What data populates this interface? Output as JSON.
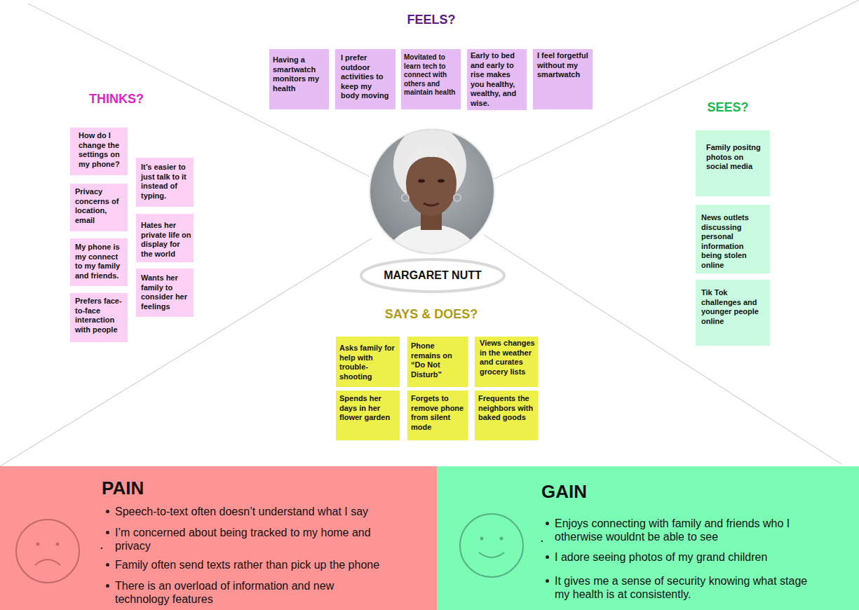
{
  "diagram": {
    "nodes": [
      {
        "text": [
          "Having a smartwatch monitors my health"
        ]
      },
      {
        "text": [
          "I prefer outdoor activities to keep my body moving"
        ]
      },
      {
        "text": [
          "Movitated to learn tech to connect with others and maintain health"
        ]
      },
      {
        "text": [
          "Early to bed and early to rise makes you healthy, wealthy, and wise."
        ]
      },
      {
        "text": [
          "I feel forgetful without my smartwatch"
        ]
      },
      {
        "text": [
          "How do I change the settings on my phone?"
        ]
      },
      {
        "text": [
          "It’s easier to just talk to it instead of typing."
        ]
      },
      {
        "text": [
          "Privacy concerns of location, email"
        ]
      },
      {
        "text": [
          "Hates her private life on display for the world"
        ]
      },
      {
        "text": [
          "My phone is my connect to my family and friends."
        ]
      },
      {
        "text": [
          "Wants her family to consider her feelings"
        ]
      },
      {
        "text": [
          "Prefers face-to-face interaction with people"
        ]
      },
      {
        "text": [
          "Family positng photos on social media"
        ]
      },
      {
        "text": [
          "News outlets discussing personal information being stolen online"
        ]
      },
      {
        "text": [
          "Tik Tok challenges and younger people online"
        ]
      },
      {
        "text": [
          "MARGARET NUTT"
        ]
      },
      {
        "text": [
          "Asks family for help with trouble-shooting"
        ]
      },
      {
        "text": [
          "Phone remains on “Do Not Disturb”"
        ]
      },
      {
        "text": [
          "Views changes in the weather and curates grocery lists"
        ]
      },
      {
        "text": [
          "Spends her days in her flower garden"
        ]
      },
      {
        "text": [
          "Forgets to remove phone from silent mode"
        ]
      },
      {
        "text": [
          "Frequents the neighbors with baked goods"
        ]
      },
      {
        "text": [
          "PAIN",
          "Speech-to-text often doesn’t understand what I say",
          "I’m concerned about being tracked to my home and privacy",
          "Family often send texts rather than pick up the phone",
          "There is an overload of information and new technology features"
        ]
      },
      {
        "text": [
          "GAIN",
          "Enjoys connecting with family and friends who I otherwise wouldnt be able to see",
          "I adore seeing photos of my grand children",
          "It gives me a sense of security knowing what stage my health is at consistently."
        ]
      }
    ],
    "labels": [
      "FEELS?",
      "THINKS?",
      "SEES?",
      "SAYS & DOES?",
      ".",
      "."
    ]
  }
}
